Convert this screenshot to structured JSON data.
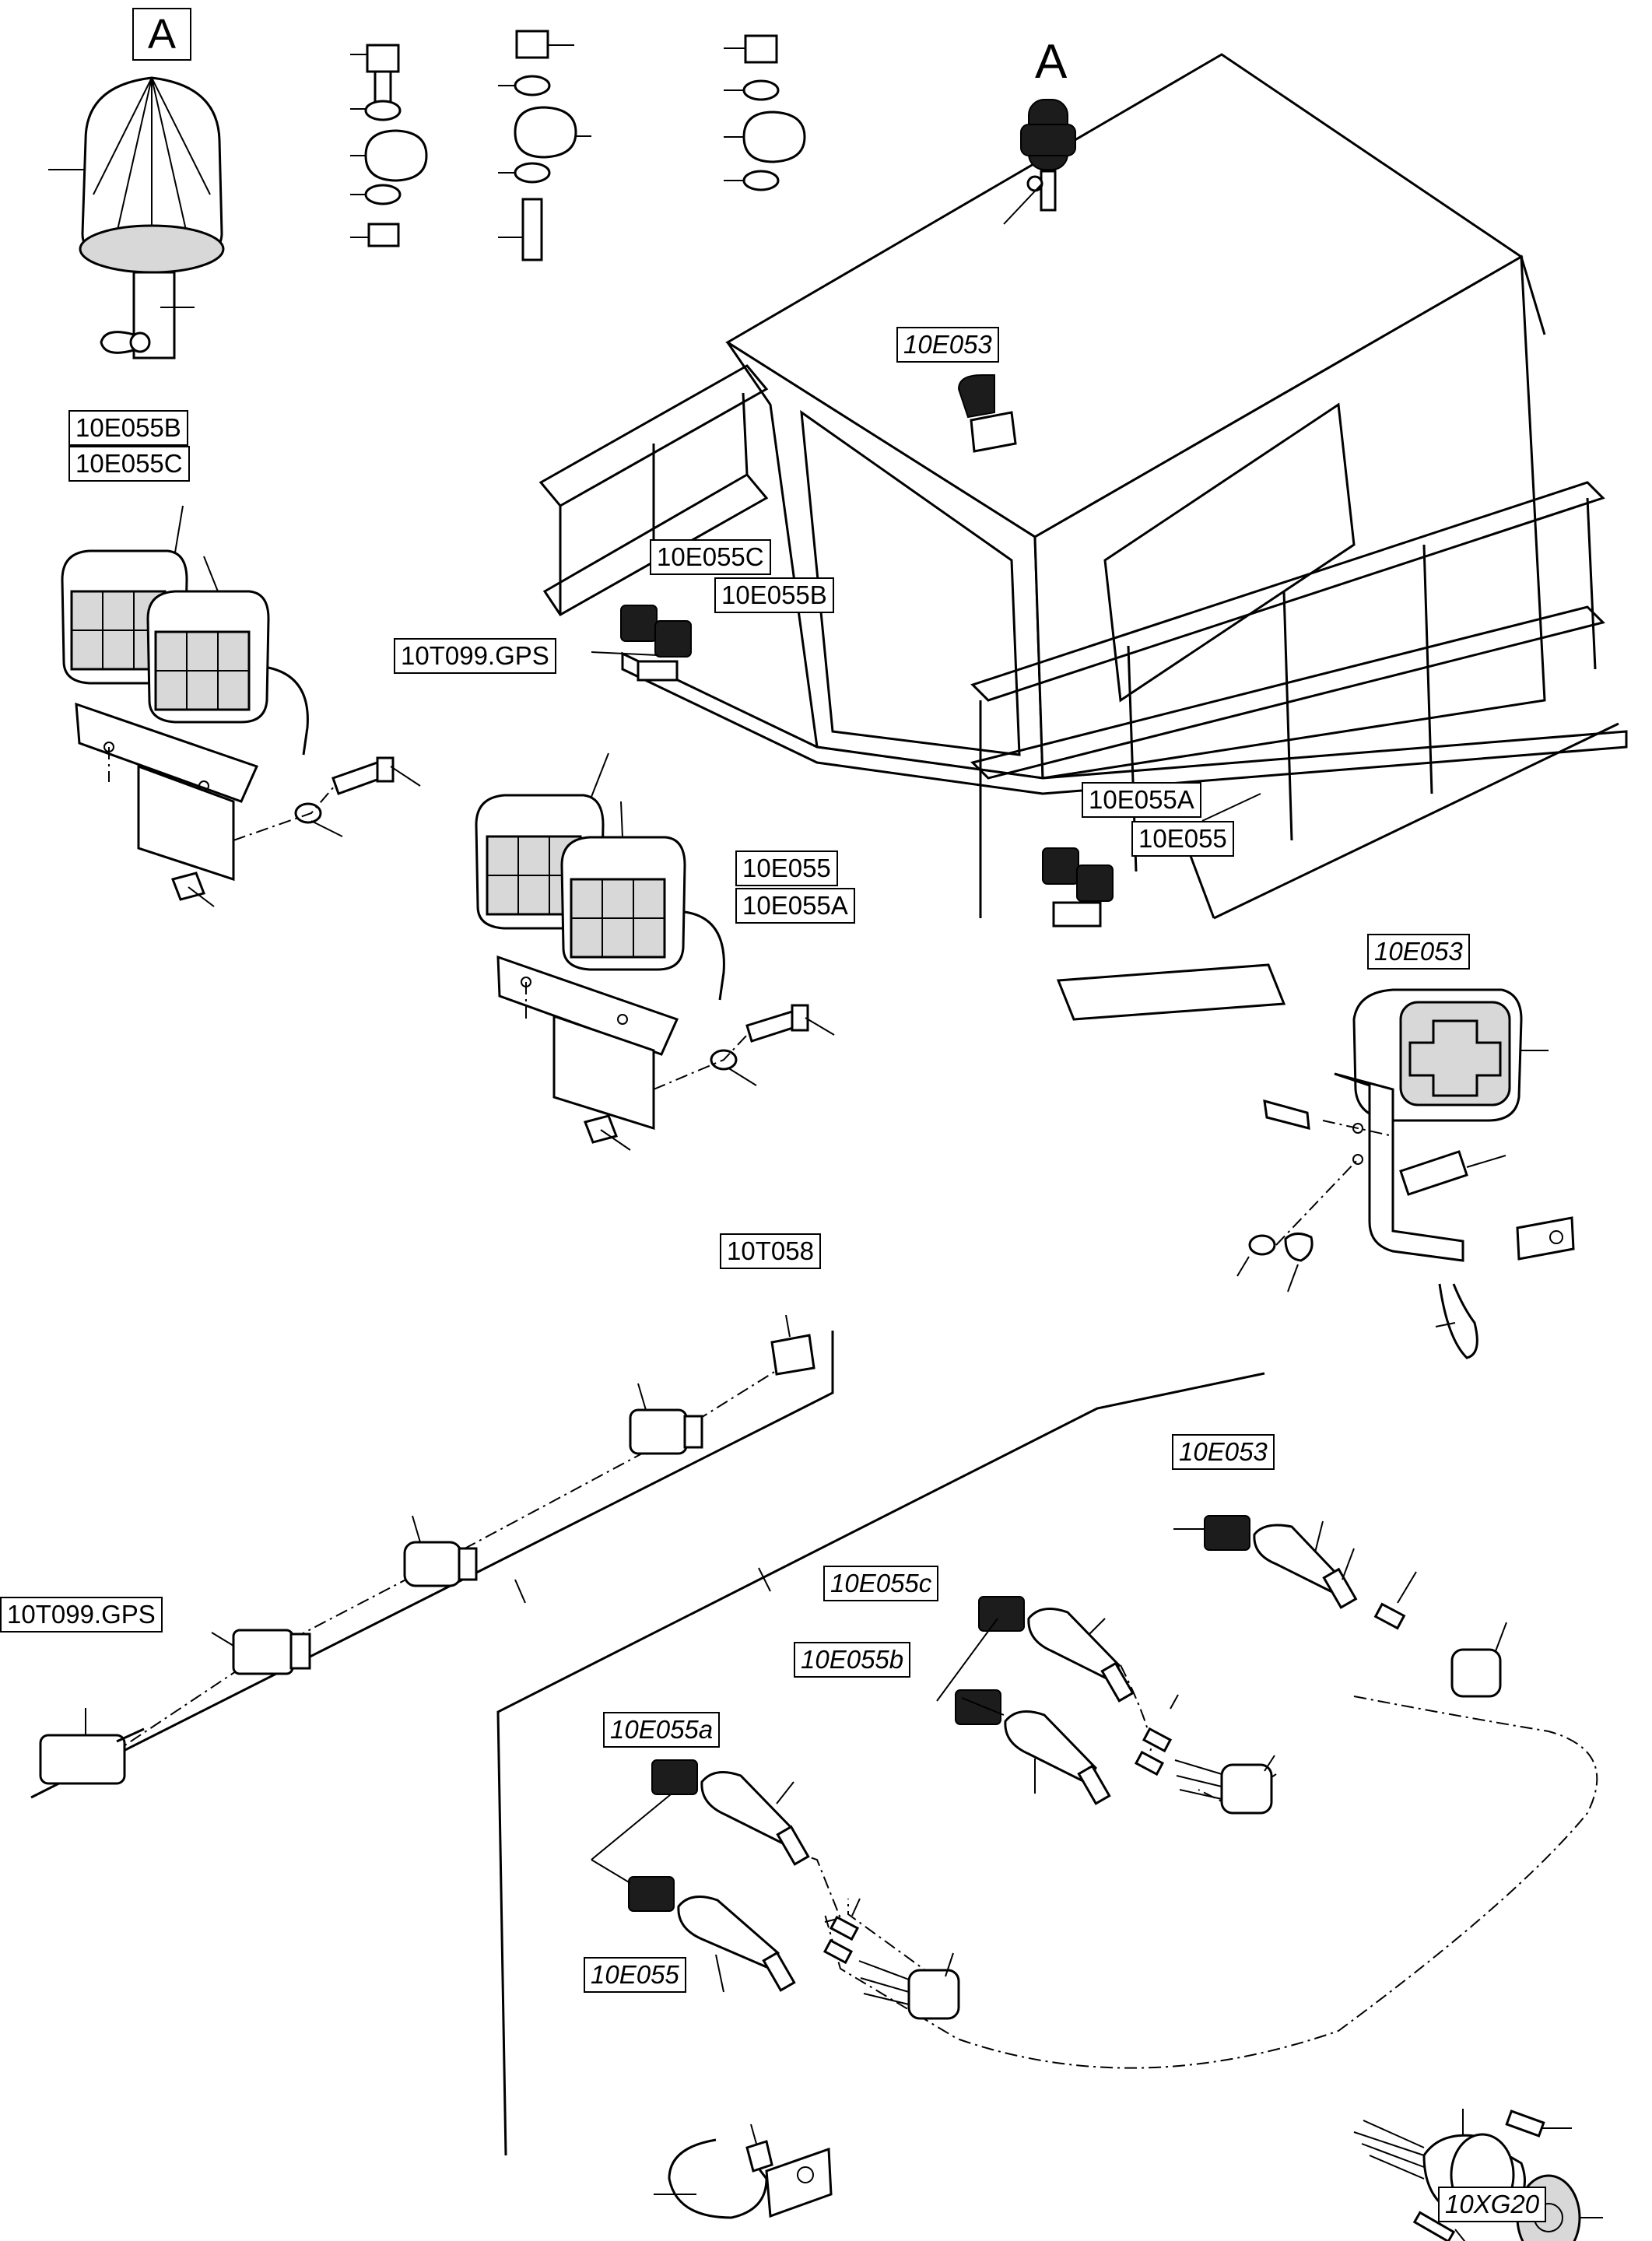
{
  "labels": {
    "a_box": "A",
    "a_cab": "A",
    "l_e055b_top": "10E055B",
    "l_e055c_top": "10E055C",
    "l_e053_cab": "10E053",
    "l_e055c_cab": "10E055C",
    "l_e055b_cab": "10E055B",
    "l_gps_cab": "10T099.GPS",
    "l_e055a_cab": "10E055A",
    "l_e055_cab": "10E055",
    "l_e055_mid": "10E055",
    "l_e055a_mid": "10E055A",
    "l_e053_beacon": "10E053",
    "l_t058": "10T058",
    "l_gps_low": "10T099.GPS",
    "l_e053_harn": "10E053",
    "l_e055c_harn": "10E055c",
    "l_e055b_harn": "10E055b",
    "l_e055a_harn": "10E055a",
    "l_e055_harn": "10E055",
    "l_xg20": "10XG20"
  }
}
